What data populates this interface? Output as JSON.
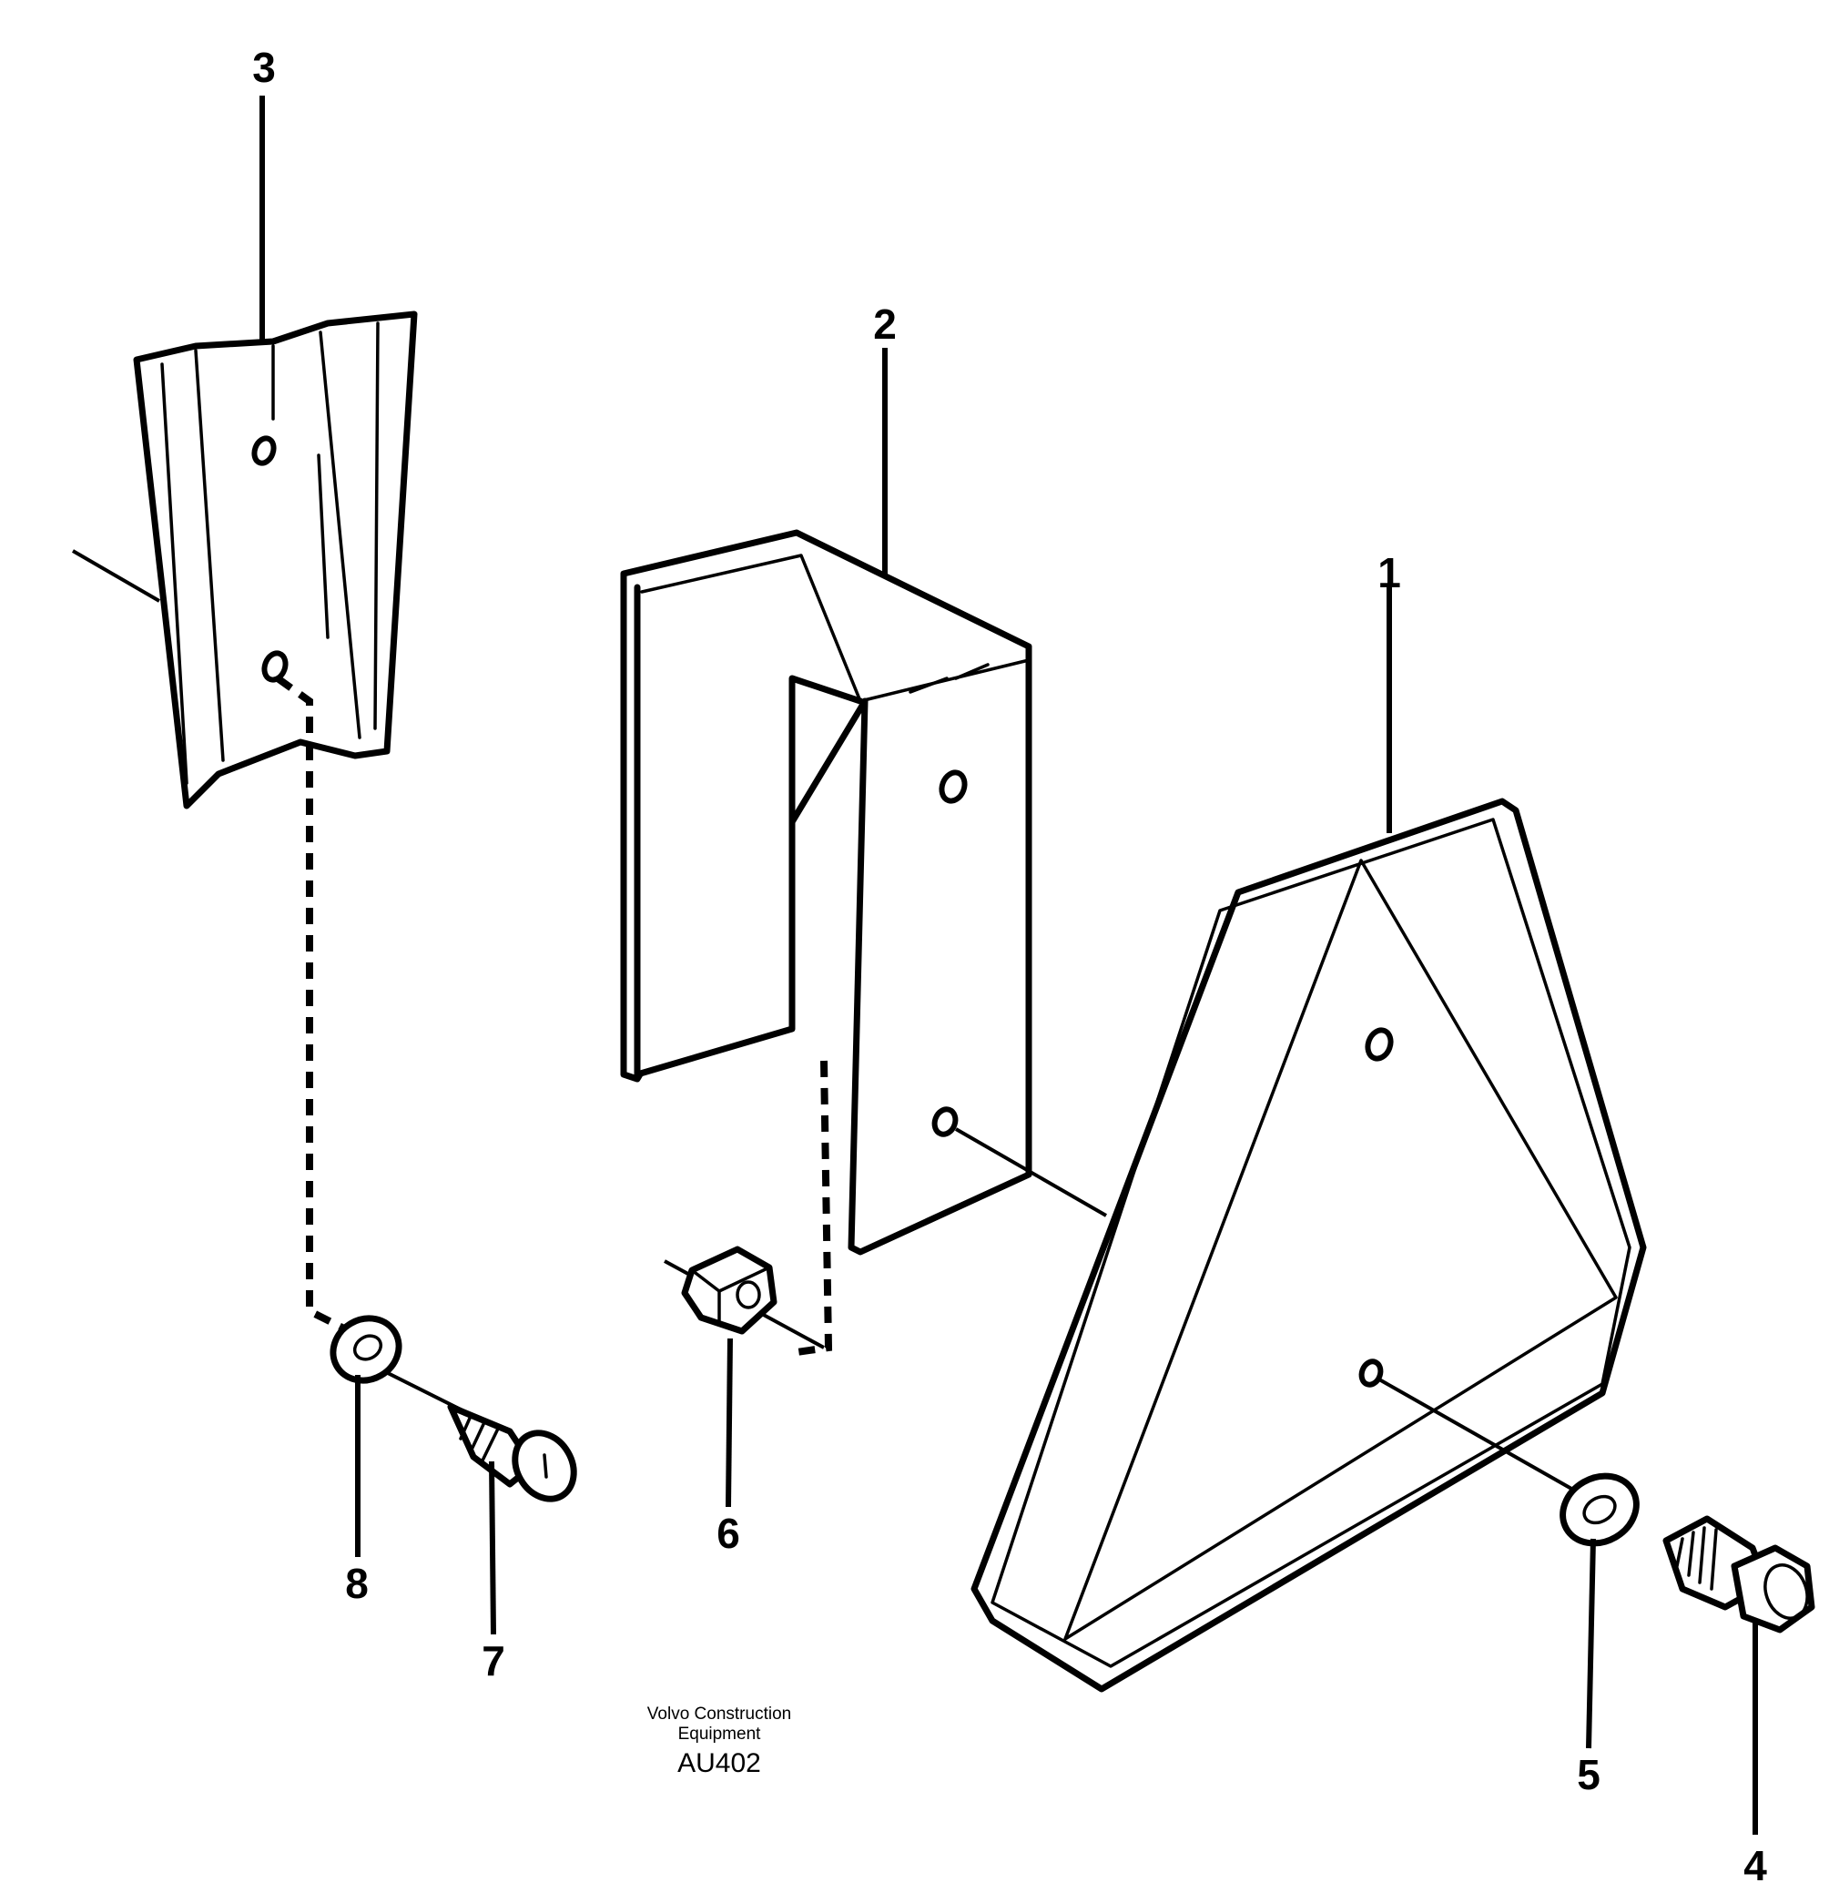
{
  "callouts": [
    {
      "id": "1",
      "label": "1"
    },
    {
      "id": "2",
      "label": "2"
    },
    {
      "id": "3",
      "label": "3"
    },
    {
      "id": "4",
      "label": "4"
    },
    {
      "id": "5",
      "label": "5"
    },
    {
      "id": "6",
      "label": "6"
    },
    {
      "id": "7",
      "label": "7"
    },
    {
      "id": "8",
      "label": "8"
    }
  ],
  "caption": {
    "line1": "Volvo Construction",
    "line2": "Equipment",
    "code": "AU402"
  }
}
